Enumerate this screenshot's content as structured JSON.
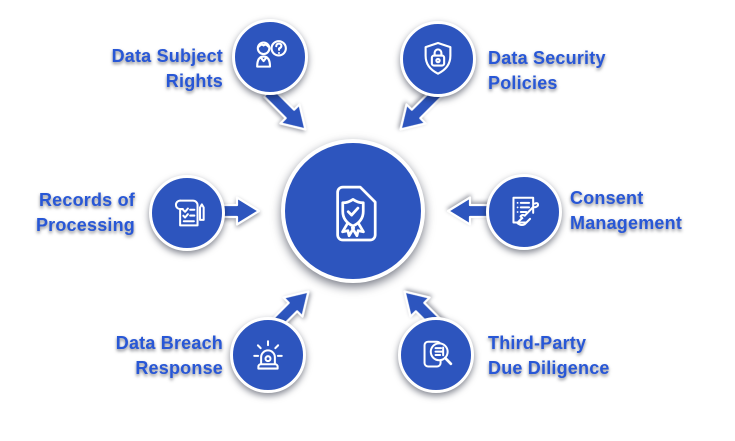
{
  "colors": {
    "circle_fill": "#2d55be",
    "label_text": "#2857d6",
    "icon_stroke": "#ffffff",
    "background": "#ffffff"
  },
  "center": {
    "id": "compliance-certificate",
    "icon": "certificate-shield-check-icon"
  },
  "nodes": [
    {
      "id": "data-subject-rights",
      "lines": [
        "Data Subject",
        "Rights"
      ],
      "icon": "person-question-icon",
      "position": "top-left"
    },
    {
      "id": "data-security-policies",
      "lines": [
        "Data Security",
        "Policies"
      ],
      "icon": "shield-lock-icon",
      "position": "top-right"
    },
    {
      "id": "records-of-processing",
      "lines": [
        "Records of",
        "Processing"
      ],
      "icon": "records-scroll-pen-icon",
      "position": "middle-left"
    },
    {
      "id": "consent-management",
      "lines": [
        "Consent",
        "Management"
      ],
      "icon": "document-signature-icon",
      "position": "middle-right"
    },
    {
      "id": "data-breach-response",
      "lines": [
        "Data Breach",
        "Response"
      ],
      "icon": "siren-alert-icon",
      "position": "bottom-left"
    },
    {
      "id": "third-party-due-diligence",
      "lines": [
        "Third-Party",
        "Due Diligence"
      ],
      "icon": "document-magnifier-icon",
      "position": "bottom-right"
    }
  ]
}
